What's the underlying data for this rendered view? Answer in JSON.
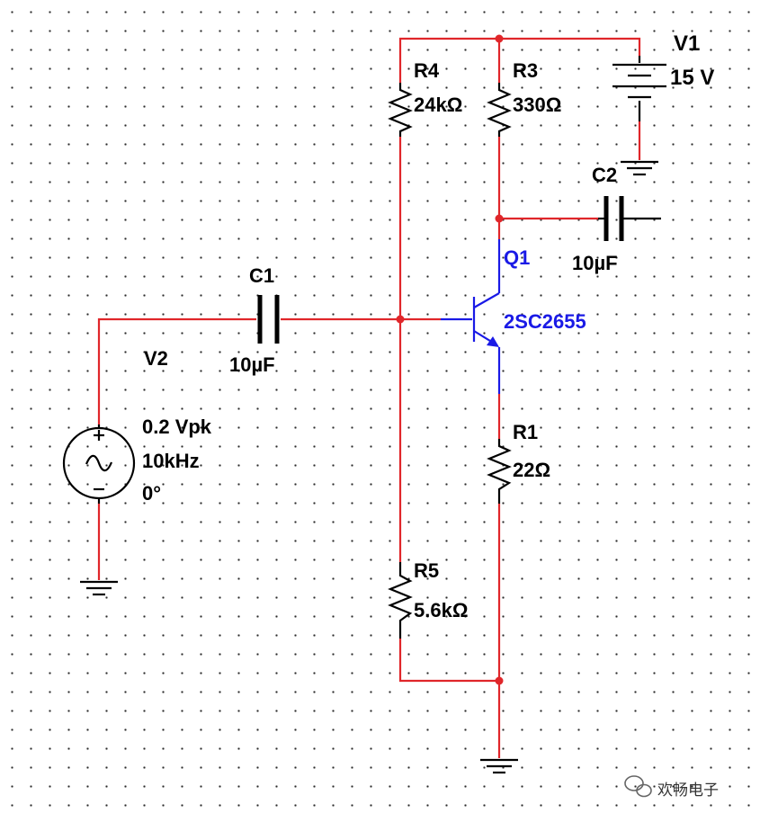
{
  "components": {
    "r4": {
      "ref": "R4",
      "value": "24kΩ"
    },
    "r3": {
      "ref": "R3",
      "value": "330Ω"
    },
    "v1": {
      "ref": "V1",
      "value": "15 V"
    },
    "c2": {
      "ref": "C2",
      "value": "10µF"
    },
    "q1": {
      "ref": "Q1",
      "model": "2SC2655"
    },
    "c1": {
      "ref": "C1",
      "value": "10µF"
    },
    "v2": {
      "ref": "V2",
      "amplitude": "0.2 Vpk",
      "frequency": "10kHz",
      "phase": "0°"
    },
    "r1": {
      "ref": "R1",
      "value": "22Ω"
    },
    "r5": {
      "ref": "R5",
      "value": "5.6kΩ"
    }
  },
  "watermark": {
    "text": "欢畅电子"
  },
  "colors": {
    "wire": "#e0262a",
    "transistor": "#1a1ae6",
    "component": "#000000",
    "junction": "#e0262a"
  }
}
